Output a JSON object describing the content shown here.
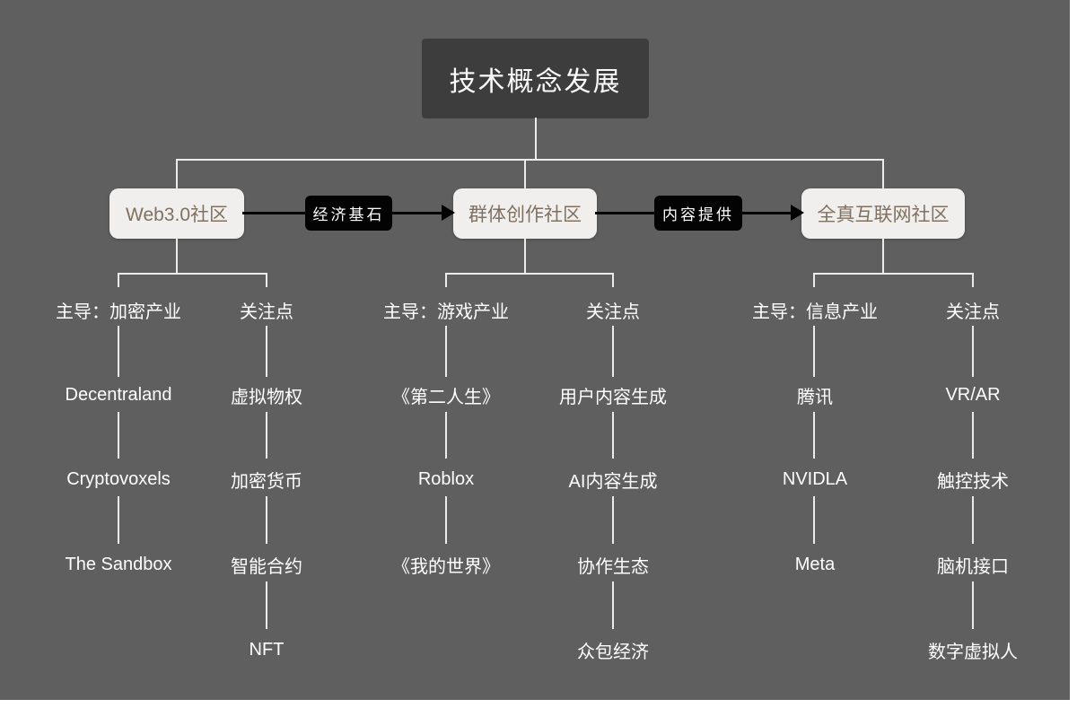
{
  "page": {
    "title": "技术概念发展"
  },
  "colors": {
    "background": "#5f5f5f",
    "title_box": "#3d3d3d",
    "node_box": "#f1efed",
    "node_text": "#80705f",
    "edge": "#000000",
    "connector_line": "#ebebe9",
    "text": "#ffffff"
  },
  "relations": [
    {
      "label": "经济基石"
    },
    {
      "label": "内容提供"
    }
  ],
  "communities": [
    {
      "label": "Web3.0社区",
      "lead_column": {
        "header": "主导：加密产业",
        "items": [
          "Decentraland",
          "Cryptovoxels",
          "The Sandbox"
        ]
      },
      "focus_column": {
        "header": "关注点",
        "items": [
          "虚拟物权",
          "加密货币",
          "智能合约",
          "NFT"
        ]
      }
    },
    {
      "label": "群体创作社区",
      "lead_column": {
        "header": "主导：游戏产业",
        "items": [
          "《第二人生》",
          "Roblox",
          "《我的世界》"
        ]
      },
      "focus_column": {
        "header": "关注点",
        "items": [
          "用户内容生成",
          "AI内容生成",
          "协作生态",
          "众包经济"
        ]
      }
    },
    {
      "label": "全真互联网社区",
      "lead_column": {
        "header": "主导：信息产业",
        "items": [
          "腾讯",
          "NVIDLA",
          "Meta"
        ]
      },
      "focus_column": {
        "header": "关注点",
        "items": [
          "VR/AR",
          "触控技术",
          "脑机接口",
          "数字虚拟人"
        ]
      }
    }
  ]
}
